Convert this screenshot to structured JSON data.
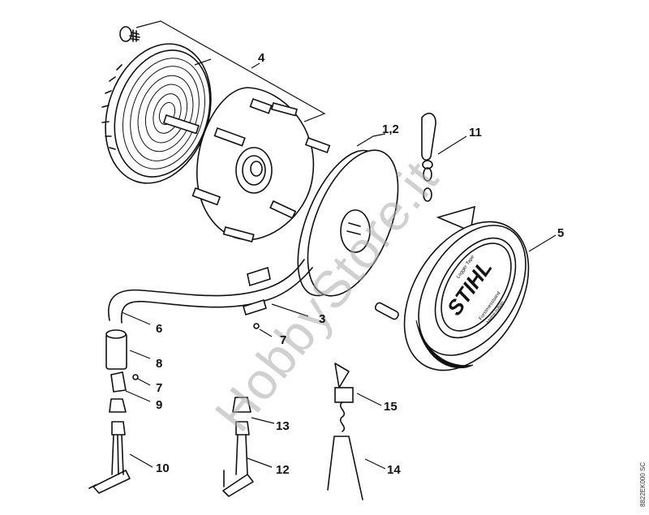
{
  "diagram": {
    "title": "STIHL measuring tape assembly - exploded parts view",
    "brand_color": "#111111",
    "background": "#ffffff",
    "parts": [
      {
        "id": "1,2",
        "label": "1,2",
        "name": "tape-reel"
      },
      {
        "id": "3",
        "label": "3",
        "name": "tape-end-plate"
      },
      {
        "id": "4",
        "label": "4",
        "name": "spring-cassette-set"
      },
      {
        "id": "5",
        "label": "5",
        "name": "tape-housing"
      },
      {
        "id": "6",
        "label": "6",
        "name": "tape-strip"
      },
      {
        "id": "7a",
        "label": "7",
        "name": "rivet-upper"
      },
      {
        "id": "7b",
        "label": "7",
        "name": "rivet-lower"
      },
      {
        "id": "8",
        "label": "8",
        "name": "sleeve"
      },
      {
        "id": "9",
        "label": "9",
        "name": "end-plate"
      },
      {
        "id": "10",
        "label": "10",
        "name": "hook-with-claw"
      },
      {
        "id": "11",
        "label": "11",
        "name": "snap-hook-swivel"
      },
      {
        "id": "12",
        "label": "12",
        "name": "hook-with-spike"
      },
      {
        "id": "13",
        "label": "13",
        "name": "swivel-ring"
      },
      {
        "id": "14",
        "label": "14",
        "name": "forked-hook"
      },
      {
        "id": "15",
        "label": "15",
        "name": "swivel-shackle"
      }
    ],
    "housing_text": {
      "top": "Logger Tape",
      "brand": "STIHL",
      "bottom_1": "Forstmessband",
      "bottom_2": "Metre-ruban"
    },
    "drawing_code": "8822EK000 SC",
    "watermark": "HobbyStore.it"
  }
}
